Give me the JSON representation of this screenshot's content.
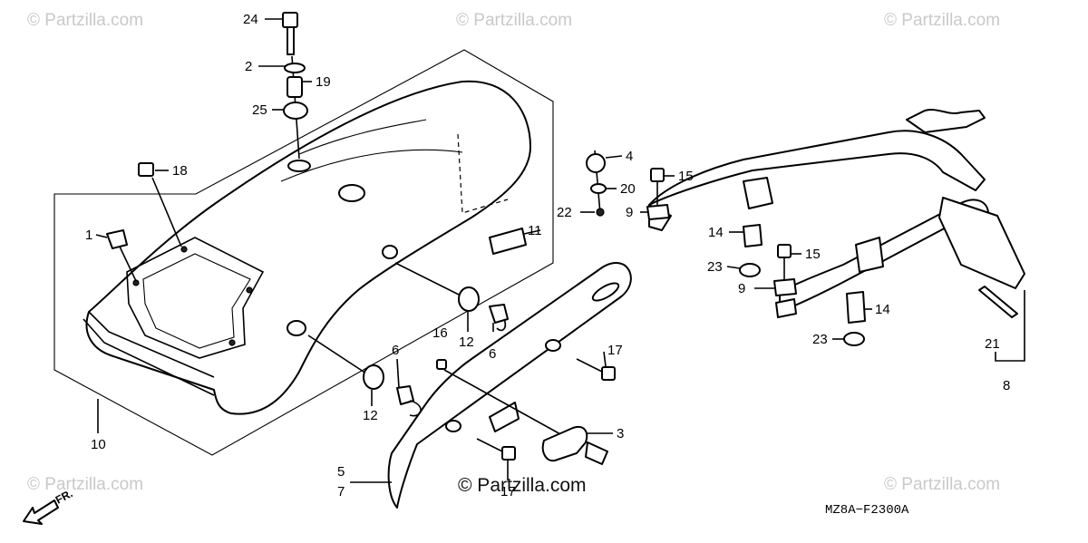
{
  "watermarks": {
    "top_left": "© Partzilla.com",
    "top_center": "© Partzilla.com",
    "top_right": "© Partzilla.com",
    "bottom_left": "© Partzilla.com",
    "bottom_right": "© Partzilla.com",
    "center_main": "© Partzilla.com"
  },
  "diagram_code": "MZ8A−F2300A",
  "front_arrow": "FR.",
  "callouts": {
    "c24": "24",
    "c2": "2",
    "c19": "19",
    "c25": "25",
    "c18": "18",
    "c1": "1",
    "c10": "10",
    "c11": "11",
    "c4": "4",
    "c20": "20",
    "c22": "22",
    "c15a": "15",
    "c9a": "9",
    "c14a": "14",
    "c23a": "23",
    "c15b": "15",
    "c9b": "9",
    "c14b": "14",
    "c23b": "23",
    "c21": "21",
    "c8": "8",
    "c12a": "12",
    "c6a": "6",
    "c16": "16",
    "c17a": "17",
    "c6b": "6",
    "c12b": "12",
    "c3": "3",
    "c5": "5",
    "c7": "7",
    "c17b": "17"
  }
}
